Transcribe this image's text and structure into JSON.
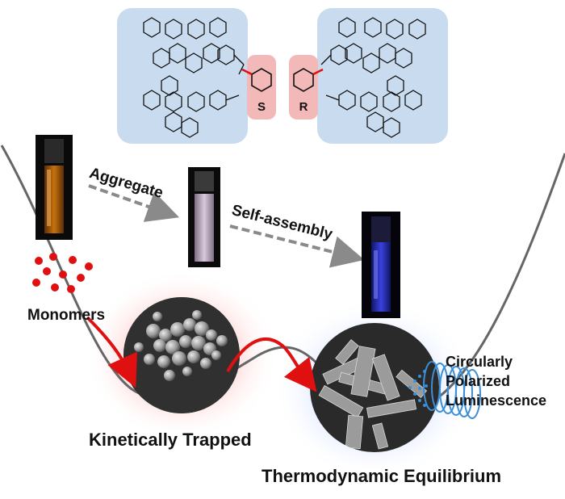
{
  "chirality": {
    "left": "S",
    "right": "R"
  },
  "steps": {
    "aggregate": "Aggregate",
    "self_assembly": "Self-assembly"
  },
  "states": {
    "monomers": "Monomers",
    "kinetic": "Kinetically Trapped",
    "thermo": "Thermodynamic Equilibrium"
  },
  "cpl": {
    "line1": "Circularly",
    "line2": "Polarized",
    "line3": "Luminescence"
  },
  "colors": {
    "mol_panel": "#c9dbee",
    "chiral_panel": "#f3b8b8",
    "monomer_dots": "#e01010",
    "trajectory_arrow": "#e01010",
    "vial_1_emission": "#c8720e",
    "vial_2_emission": "#b9a9bf",
    "vial_3_emission": "#3a42e0",
    "cpl_helix": "#3a8fd8"
  }
}
